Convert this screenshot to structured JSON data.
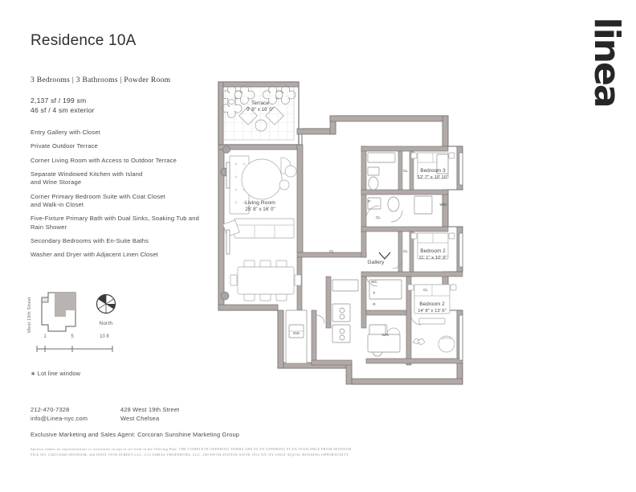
{
  "brand": {
    "logo_text": "linea"
  },
  "header": {
    "title": "Residence 10A",
    "subtitle": "3 Bedrooms  |  3 Bathrooms  |  Powder Room",
    "area_interior": "2,137 sf / 199 sm",
    "area_exterior": "46 sf / 4 sm exterior"
  },
  "features": [
    "Entry Gallery with Closet",
    "Private Outdoor Terrace",
    "Corner Living Room with Access to Outdoor Terrace",
    "Separate Windowed Kitchen with Island\nand Wine Storage",
    "Corner Primary Bedroom Suite with Coat Closet\nand Walk-in Closet",
    "Five-Fixture Primary Bath with Dual Sinks, Soaking Tub and\nRain Shower",
    "Secondary Bedrooms with En-Suite Baths",
    "Washer and Dryer with Adjacent Linen Closet"
  ],
  "keyplan": {
    "street_label": "West 19th Street"
  },
  "compass": {
    "label": "North"
  },
  "scale": {
    "ticks": [
      "1",
      "5",
      "10 ft"
    ],
    "unit": "ft"
  },
  "notes": {
    "lot_line": "∗ Lot line window"
  },
  "footer": {
    "phone": "212-470-7328",
    "email": "info@Linea-nyc.com",
    "address_line1": "428 West 19th Street",
    "address_line2": "West Chelsea",
    "exclusive": "Exclusive Marketing and Sales Agent: Corcoran Sunshine Marketing Group",
    "legal_line1": "Sponsor makes no representations or warranties except as set forth in the Offering Plan. THE COMPLETE OFFERING TERMS ARE IN AN OFFERING PLAN AVAILABLE FROM SPONSOR",
    "legal_line2": "FILE NO. CD23-0268 SPONSOR: 428 WEST 19TH STREET LLC, C/O ANBAU PROPERTIES, LLC, 230 FIFTH AVENUE SUITE 1912 NY, NY 10010. EQUAL HOUSING OPPORTUNITY."
  },
  "plan": {
    "rooms": [
      {
        "name": "Terrace",
        "dims": "9' 8\" x 16' 0\""
      },
      {
        "name": "Living Room",
        "dims": "25' 8\" x 16' 0\""
      },
      {
        "name": "Bedroom 3",
        "dims": "12' 7\" x 10' 10\""
      },
      {
        "name": "Bedroom 2",
        "dims": "11' 1\" x 10' 9\""
      },
      {
        "name": "Bedroom 2",
        "dims": "14' 8\" x 13' 6\""
      },
      {
        "name": "Gallery",
        "dims": ""
      }
    ],
    "abbrev": {
      "closet": "CL",
      "washer_dryer": "W/D",
      "water_closet": "WC",
      "freezer": "F",
      "refrigerator": "R",
      "dishwasher": "DW",
      "walk_in_closet": "WIC",
      "powder": "P."
    },
    "colors": {
      "wall": "#b3aaa8",
      "line": "#6e6e6e",
      "fixture": "#8a8a8a",
      "terrace_grid": "#cfcfcf"
    }
  }
}
